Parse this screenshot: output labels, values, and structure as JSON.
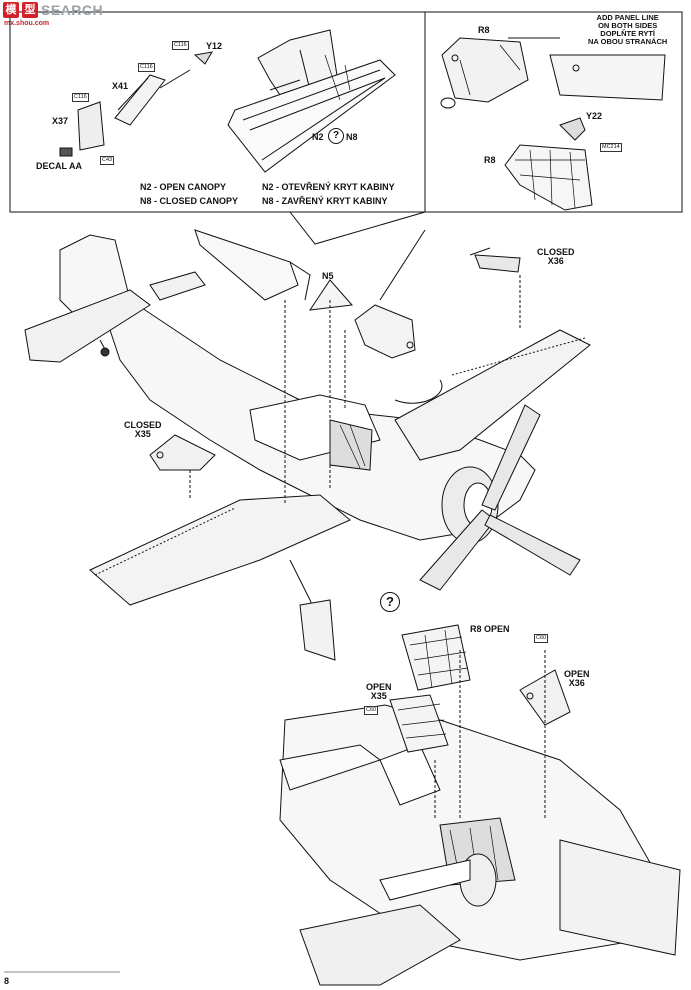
{
  "page": {
    "number": "8"
  },
  "watermark": {
    "text": "SEARCH",
    "tile_1": "模",
    "tile_2": "型",
    "url": "mx.shou.com"
  },
  "parts": {
    "y12": "Y12",
    "x41": "X41",
    "x37": "X37",
    "decal_aa": "DECAL AA",
    "c116a": "C116",
    "c116b": "C116",
    "c116c": "C116",
    "c43": "C43",
    "n2_n8": "N2",
    "n8": "N8",
    "r8_top": "R8",
    "y22": "Y22",
    "r8_cage": "R8",
    "mc214": "MC214",
    "n5": "N5",
    "r8_open": "R8  OPEN",
    "c60a": "C60",
    "c60b": "C60"
  },
  "legend": {
    "n2_en": "N2 - OPEN CANOPY",
    "n8_en": "N8 - CLOSED CANOPY",
    "n2_cz": "N2 - OTEVŘENÝ KRYT KABINY",
    "n8_cz": "N8 - ZAVŘENÝ KRYT KABINY"
  },
  "note": {
    "line1": "ADD PANEL LINE",
    "line2": "ON BOTH SIDES",
    "line3": "DOPLŇTE RYTÍ",
    "line4": "NA OBOU STRANÁCH"
  },
  "callouts": {
    "closed_x36_1": "CLOSED",
    "closed_x36_2": "X36",
    "closed_x35_1": "CLOSED",
    "closed_x35_2": "X35",
    "open_x35_1": "OPEN",
    "open_x35_2": "X35",
    "open_x36_1": "OPEN",
    "open_x36_2": "X36"
  },
  "symbols": {
    "question": "?"
  },
  "colors": {
    "ink": "#111111",
    "panel": "#f2f2f2",
    "shade": "#d9d9d9",
    "brand_red": "#d4202b"
  }
}
